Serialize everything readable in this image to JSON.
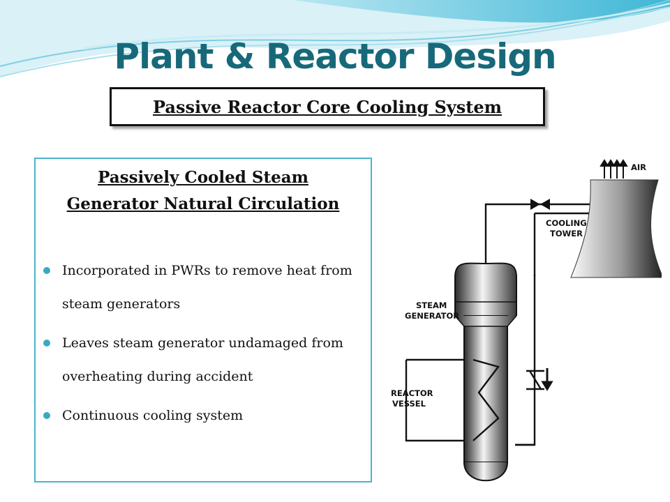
{
  "title": "Plant & Reactor Design",
  "subtitle": "Passive Reactor Core Cooling System",
  "panel": {
    "title_line1": "Passively Cooled Steam",
    "title_line2": "Generator Natural Circulation",
    "bullets": [
      "Incorporated in PWRs to remove heat from steam generators",
      "Leaves steam generator undamaged from overheating during accident",
      "Continuous cooling system"
    ]
  },
  "diagram": {
    "labels": {
      "air": "AIR",
      "cooling_line1": "COOLING",
      "cooling_line2": "TOWER",
      "steam_line1": "STEAM",
      "steam_line2": "GENERATOR",
      "reactor_line1": "REACTOR",
      "reactor_line2": "VESSEL"
    }
  },
  "colors": {
    "title": "#17697a",
    "panel_border": "#49b4c8",
    "bullet": "#3aa8c4"
  },
  "icons": [
    "bullet-dot-icon",
    "gate-valve-icon",
    "check-valve-icon",
    "flow-arrow-icon"
  ]
}
